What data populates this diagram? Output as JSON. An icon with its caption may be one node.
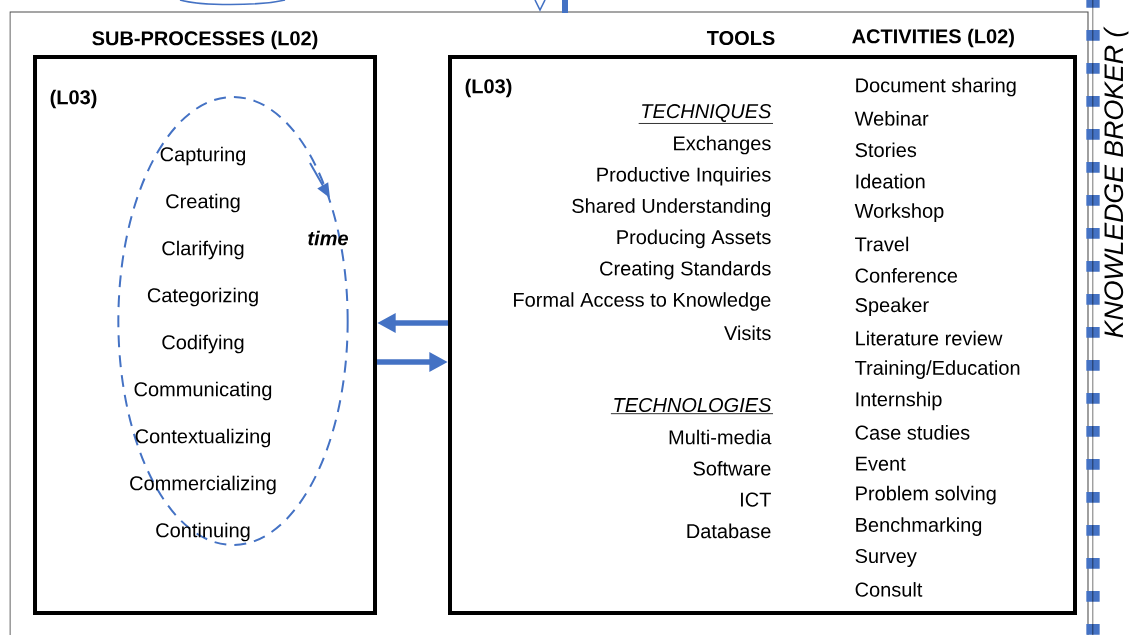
{
  "diagram": {
    "nodes": [
      {
        "text": [
          "SUB-PROCESSES (L02)",
          "(L03)"
        ]
      },
      {
        "text": [
          "Capturing",
          "Creating",
          "Clarifying",
          "Categorizing",
          "Codifying",
          "Communicating",
          "Contextualizing",
          "Commercializing",
          "Continuing"
        ],
        "in": 0
      },
      {
        "text": [
          "TOOLS",
          "ACTIVITIES (L02)",
          "(L03)",
          "TECHNIQUES",
          "Exchanges",
          "Productive Inquiries",
          "Shared Understanding",
          "Producing Assets",
          "Creating Standards",
          "Formal Access to Knowledge",
          "Visits",
          "TECHNOLOGIES",
          "Multi-media",
          "Software",
          "ICT",
          "Database",
          "Document sharing",
          "Webinar",
          "Stories",
          "Ideation",
          "Workshop",
          "Travel",
          "Conference",
          "Speaker",
          "Literature review",
          "Training/Education",
          "Internship",
          "Case studies",
          "Event",
          "Problem solving",
          "Benchmarking",
          "Survey",
          "Consult"
        ]
      }
    ],
    "edges": [
      {
        "from": 2,
        "to": 0,
        "arrow": "to",
        "color": "#4472c4"
      },
      {
        "from": 0,
        "to": 2,
        "arrow": "to",
        "color": "#4472c4"
      }
    ],
    "labels": [
      "time",
      "KNOWLEDGE BROKER ("
    ]
  }
}
